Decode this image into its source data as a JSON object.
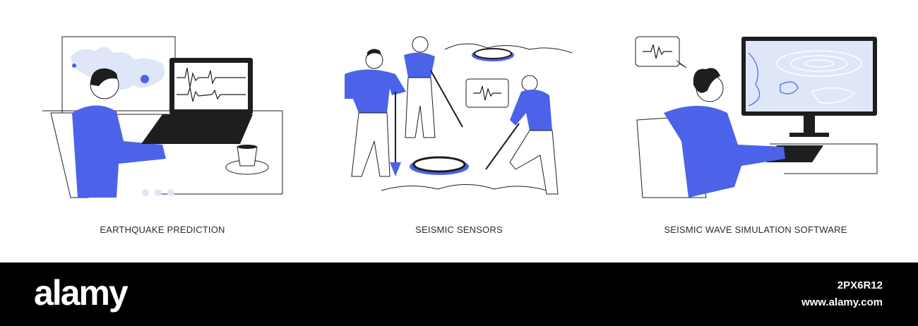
{
  "panels": [
    {
      "caption": "EARTHQUAKE PREDICTION"
    },
    {
      "caption": "SEISMIC SENSORS"
    },
    {
      "caption": "SEISMIC WAVE SIMULATION SOFTWARE"
    }
  ],
  "footer": {
    "logo": "alamy",
    "image_id": "2PX6R12",
    "site": "www.alamy.com"
  },
  "colors": {
    "accent_blue": "#4a63e8",
    "light_blue": "#dfe6f8",
    "line": "#1e1e1e",
    "footer_bg": "#000000"
  }
}
